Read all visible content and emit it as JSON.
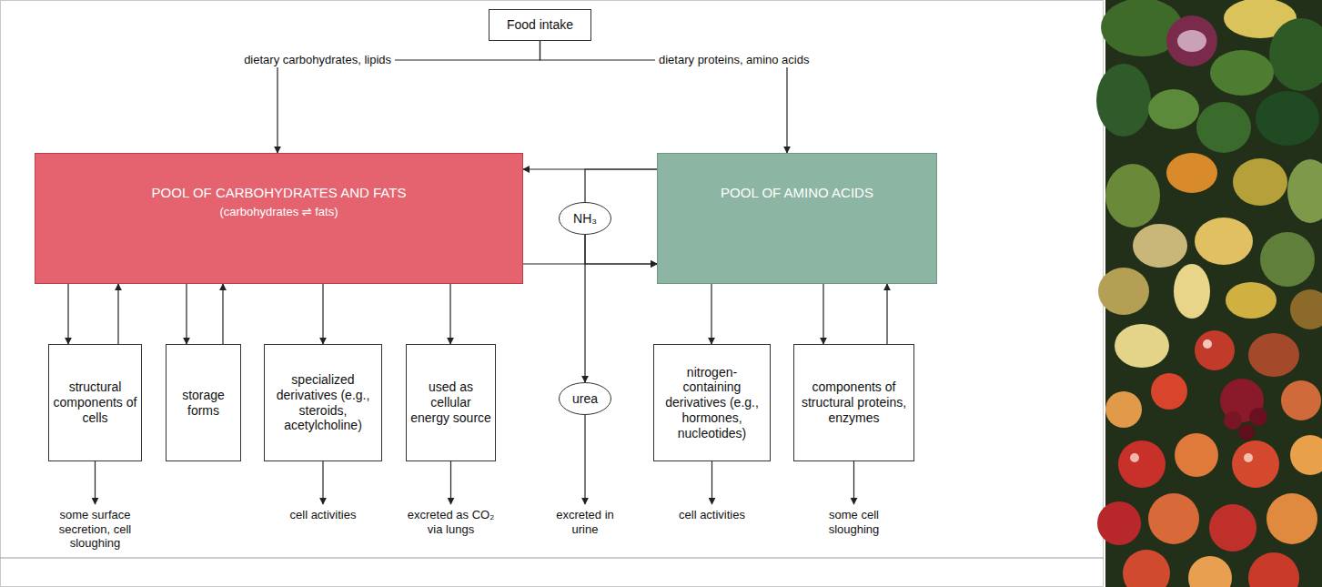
{
  "diagram": {
    "nodes": [
      {
        "text": [
          "Food intake"
        ]
      },
      {
        "text": [
          "POOL OF CARBOHYDRATES AND FATS",
          "(carbohydrates ⇌ fats)"
        ]
      },
      {
        "text": [
          "POOL OF AMINO ACIDS"
        ]
      },
      {
        "text": [
          "NH₃"
        ]
      },
      {
        "text": [
          "structural components of cells"
        ]
      },
      {
        "text": [
          "storage forms"
        ]
      },
      {
        "text": [
          "specialized derivatives (e.g., steroids, acetylcholine)"
        ]
      },
      {
        "text": [
          "used as cellular energy source"
        ]
      },
      {
        "text": [
          "urea"
        ]
      },
      {
        "text": [
          "nitrogen-containing derivatives (e.g., hormones, nucleotides)"
        ]
      },
      {
        "text": [
          "components of structural proteins, enzymes"
        ]
      }
    ],
    "edges": [
      {
        "from": 0,
        "to": 1,
        "label": "dietary carbohydrates, lipids",
        "arrow": "to"
      },
      {
        "from": 0,
        "to": 2,
        "label": "dietary proteins, amino acids",
        "arrow": "to"
      },
      {
        "from": 2,
        "to": 1,
        "arrow": "to"
      },
      {
        "from": 1,
        "to": 2,
        "arrow": "to"
      },
      {
        "from": 2,
        "to": 3,
        "arrow": "none"
      },
      {
        "from": 3,
        "to": 8,
        "arrow": "to"
      },
      {
        "from": 3,
        "to": 2,
        "arrow": "to"
      },
      {
        "from": 1,
        "to": 4,
        "arrow": "to"
      },
      {
        "from": 4,
        "to": 1,
        "arrow": "to"
      },
      {
        "from": 1,
        "to": 5,
        "arrow": "to"
      },
      {
        "from": 5,
        "to": 1,
        "arrow": "to"
      },
      {
        "from": 1,
        "to": 6,
        "arrow": "to"
      },
      {
        "from": 1,
        "to": 7,
        "arrow": "to"
      },
      {
        "from": 2,
        "to": 9,
        "arrow": "to"
      },
      {
        "from": 2,
        "to": 10,
        "arrow": "to"
      },
      {
        "from": 10,
        "to": 2,
        "arrow": "to"
      }
    ],
    "labels": [
      "some surface secretion, cell sloughing",
      "cell activities",
      "excreted as CO₂ via lungs",
      "excreted in urine",
      "cell activities",
      "some cell sloughing"
    ]
  }
}
